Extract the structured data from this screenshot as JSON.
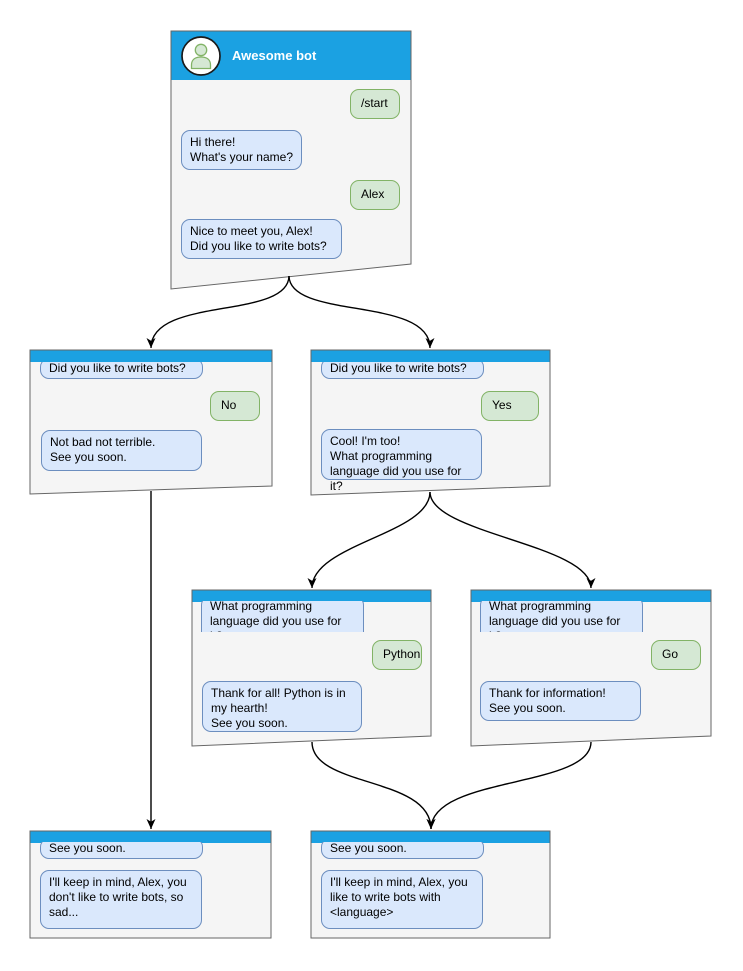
{
  "colors": {
    "header_blue": "#1BA1E2",
    "window_fill": "#F5F5F5",
    "window_stroke": "#666666",
    "bot_bubble_fill": "#DAE8FC",
    "bot_bubble_stroke": "#6C8EBF",
    "user_bubble_fill": "#D5E8D4",
    "user_bubble_stroke": "#82B366",
    "connector": "#000000"
  },
  "icons": {
    "avatar": "person-icon"
  },
  "windows": {
    "main": {
      "title": "Awesome bot",
      "messages": {
        "start_cmd": "/start",
        "greeting": "Hi there!\nWhat's your name?",
        "name_answer": "Alex",
        "ask_bots": "Nice to meet you, Alex!\nDid you like to write bots?"
      }
    },
    "branch_no": {
      "question": "Did you like to write bots?",
      "answer": "No",
      "reply": "Not bad not terrible.\nSee you soon."
    },
    "branch_yes": {
      "question": "Did you like to write bots?",
      "answer": "Yes",
      "reply": "Cool! I'm too!\nWhat programming\nlanguage did you use for it?"
    },
    "branch_python": {
      "question": "What programming\nlanguage did you use for it?",
      "answer": "Python",
      "reply": "Thank for all! Python is in\nmy hearth!\nSee you soon."
    },
    "branch_go": {
      "question": "What programming\nlanguage did you use for it?",
      "answer": "Go",
      "reply": "Thank for information!\nSee you soon."
    },
    "end_no": {
      "question": "See you soon.",
      "reply": "I'll keep in mind, Alex, you\ndon't like to write bots, so\nsad..."
    },
    "end_yes": {
      "question": "See you soon.",
      "reply": "I'll keep in mind, Alex, you\nlike to write bots with\n<language>"
    }
  }
}
